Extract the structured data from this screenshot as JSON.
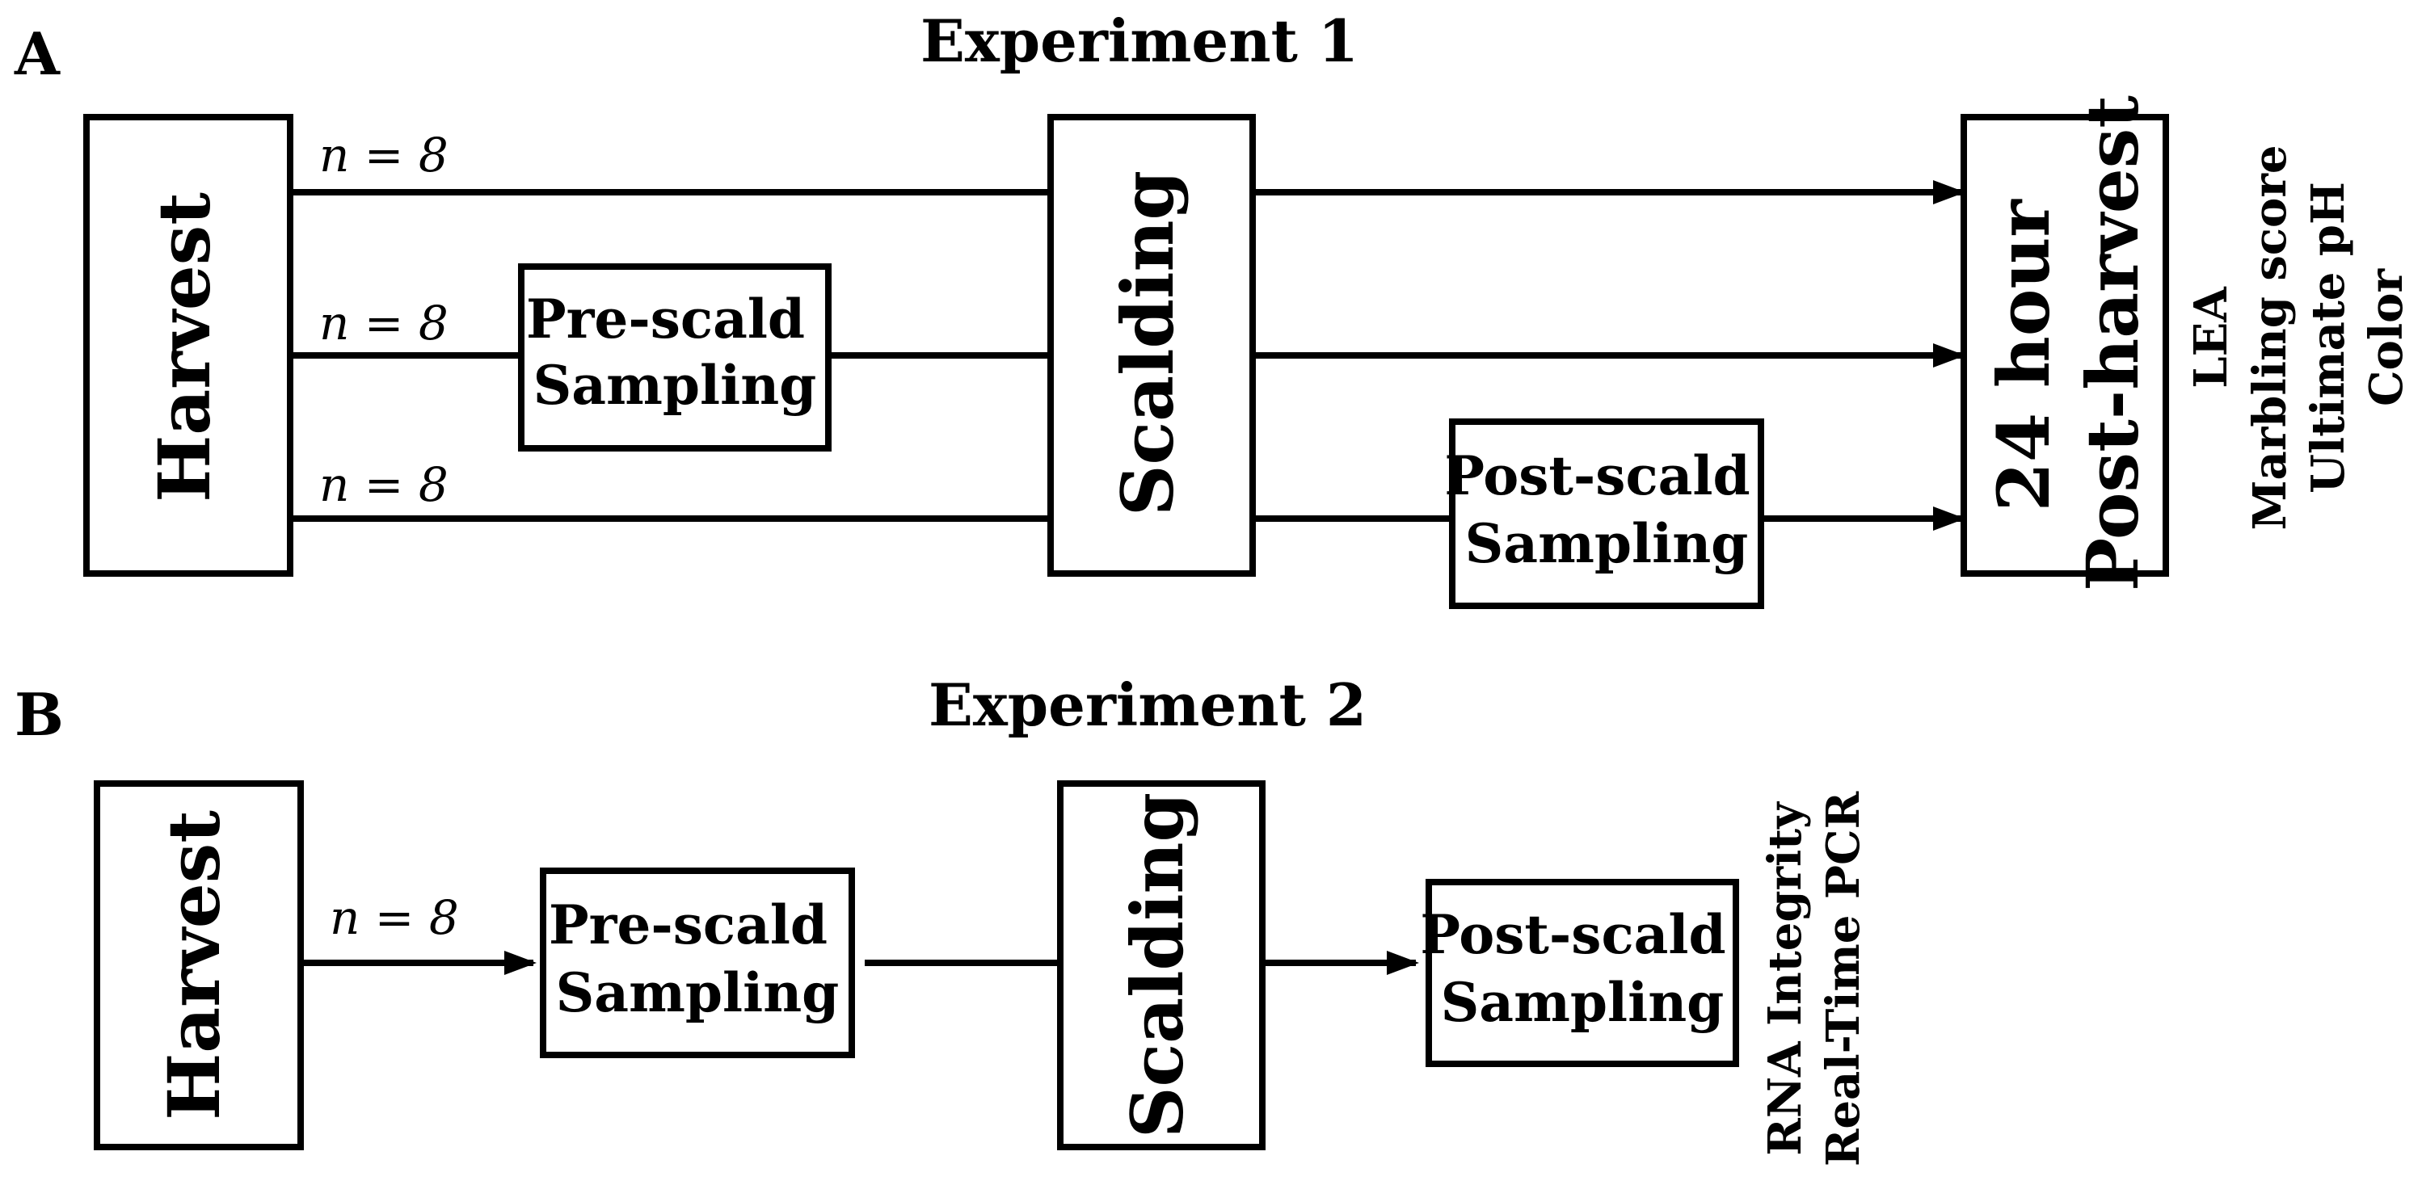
{
  "panel_a": {
    "label": "A",
    "title": "Experiment 1",
    "harvest": "Harvest",
    "scalding": "Scalding",
    "post_harvest_line1": "24 hour",
    "post_harvest_line2": "Post-harvest",
    "pre_scald_line1": "Pre-scald",
    "pre_scald_line2": "Sampling",
    "post_scald_line1": "Post-scald",
    "post_scald_line2": "Sampling",
    "n_labels": [
      "n = 8",
      "n = 8",
      "n = 8"
    ],
    "measurements": [
      "LEA",
      "Marbling score",
      "Ultimate pH",
      "Color"
    ]
  },
  "panel_b": {
    "label": "B",
    "title": "Experiment 2",
    "harvest": "Harvest",
    "scalding": "Scalding",
    "pre_scald_line1": "Pre-scald",
    "pre_scald_line2": "Sampling",
    "post_scald_line1": "Post-scald",
    "post_scald_line2": "Sampling",
    "n_label": "n = 8",
    "measurements": [
      "RNA Integrity",
      "Real-Time PCR"
    ]
  }
}
